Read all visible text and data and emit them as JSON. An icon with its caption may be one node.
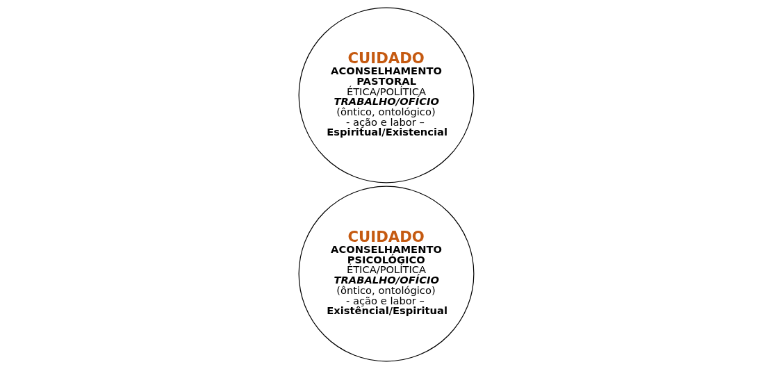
{
  "diagram": {
    "nodes": [
      {
        "text": [
          "CUIDADO",
          "ACONSELHAMENTO PSICOLÓGICO",
          "ÉTICA/POLÍTICA",
          "TRABALHO/OFÍCIO",
          "(ôntico, ontológico)",
          "- ação e labor –",
          "Existêncial/Espiritual"
        ]
      },
      {
        "text": [
          "CUIDADO",
          "ACONSELHAMENTO PASTORAL",
          "ÉTICA/POLÍTICA",
          "TRABALHO/OFÍCIO",
          "(ôntico, ontológico)",
          "- ação e labor –",
          "Espiritual/Existencial"
        ]
      }
    ]
  }
}
